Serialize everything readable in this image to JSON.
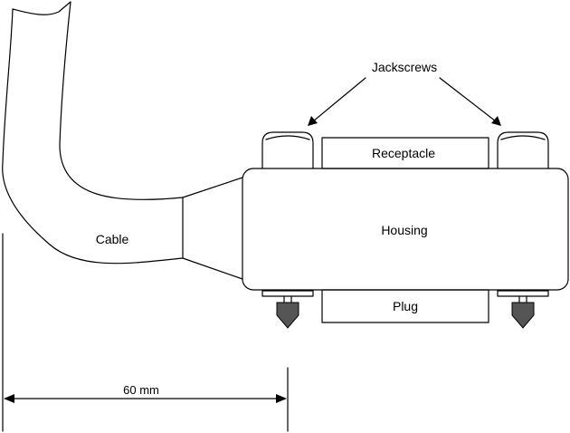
{
  "labels": {
    "jackscrews": "Jackscrews",
    "receptacle": "Receptacle",
    "housing": "Housing",
    "plug": "Plug",
    "cable": "Cable",
    "dimension": "60 mm"
  },
  "colors": {
    "stroke": "#000000",
    "background": "#ffffff",
    "jackscrew_tip": "#555555"
  }
}
